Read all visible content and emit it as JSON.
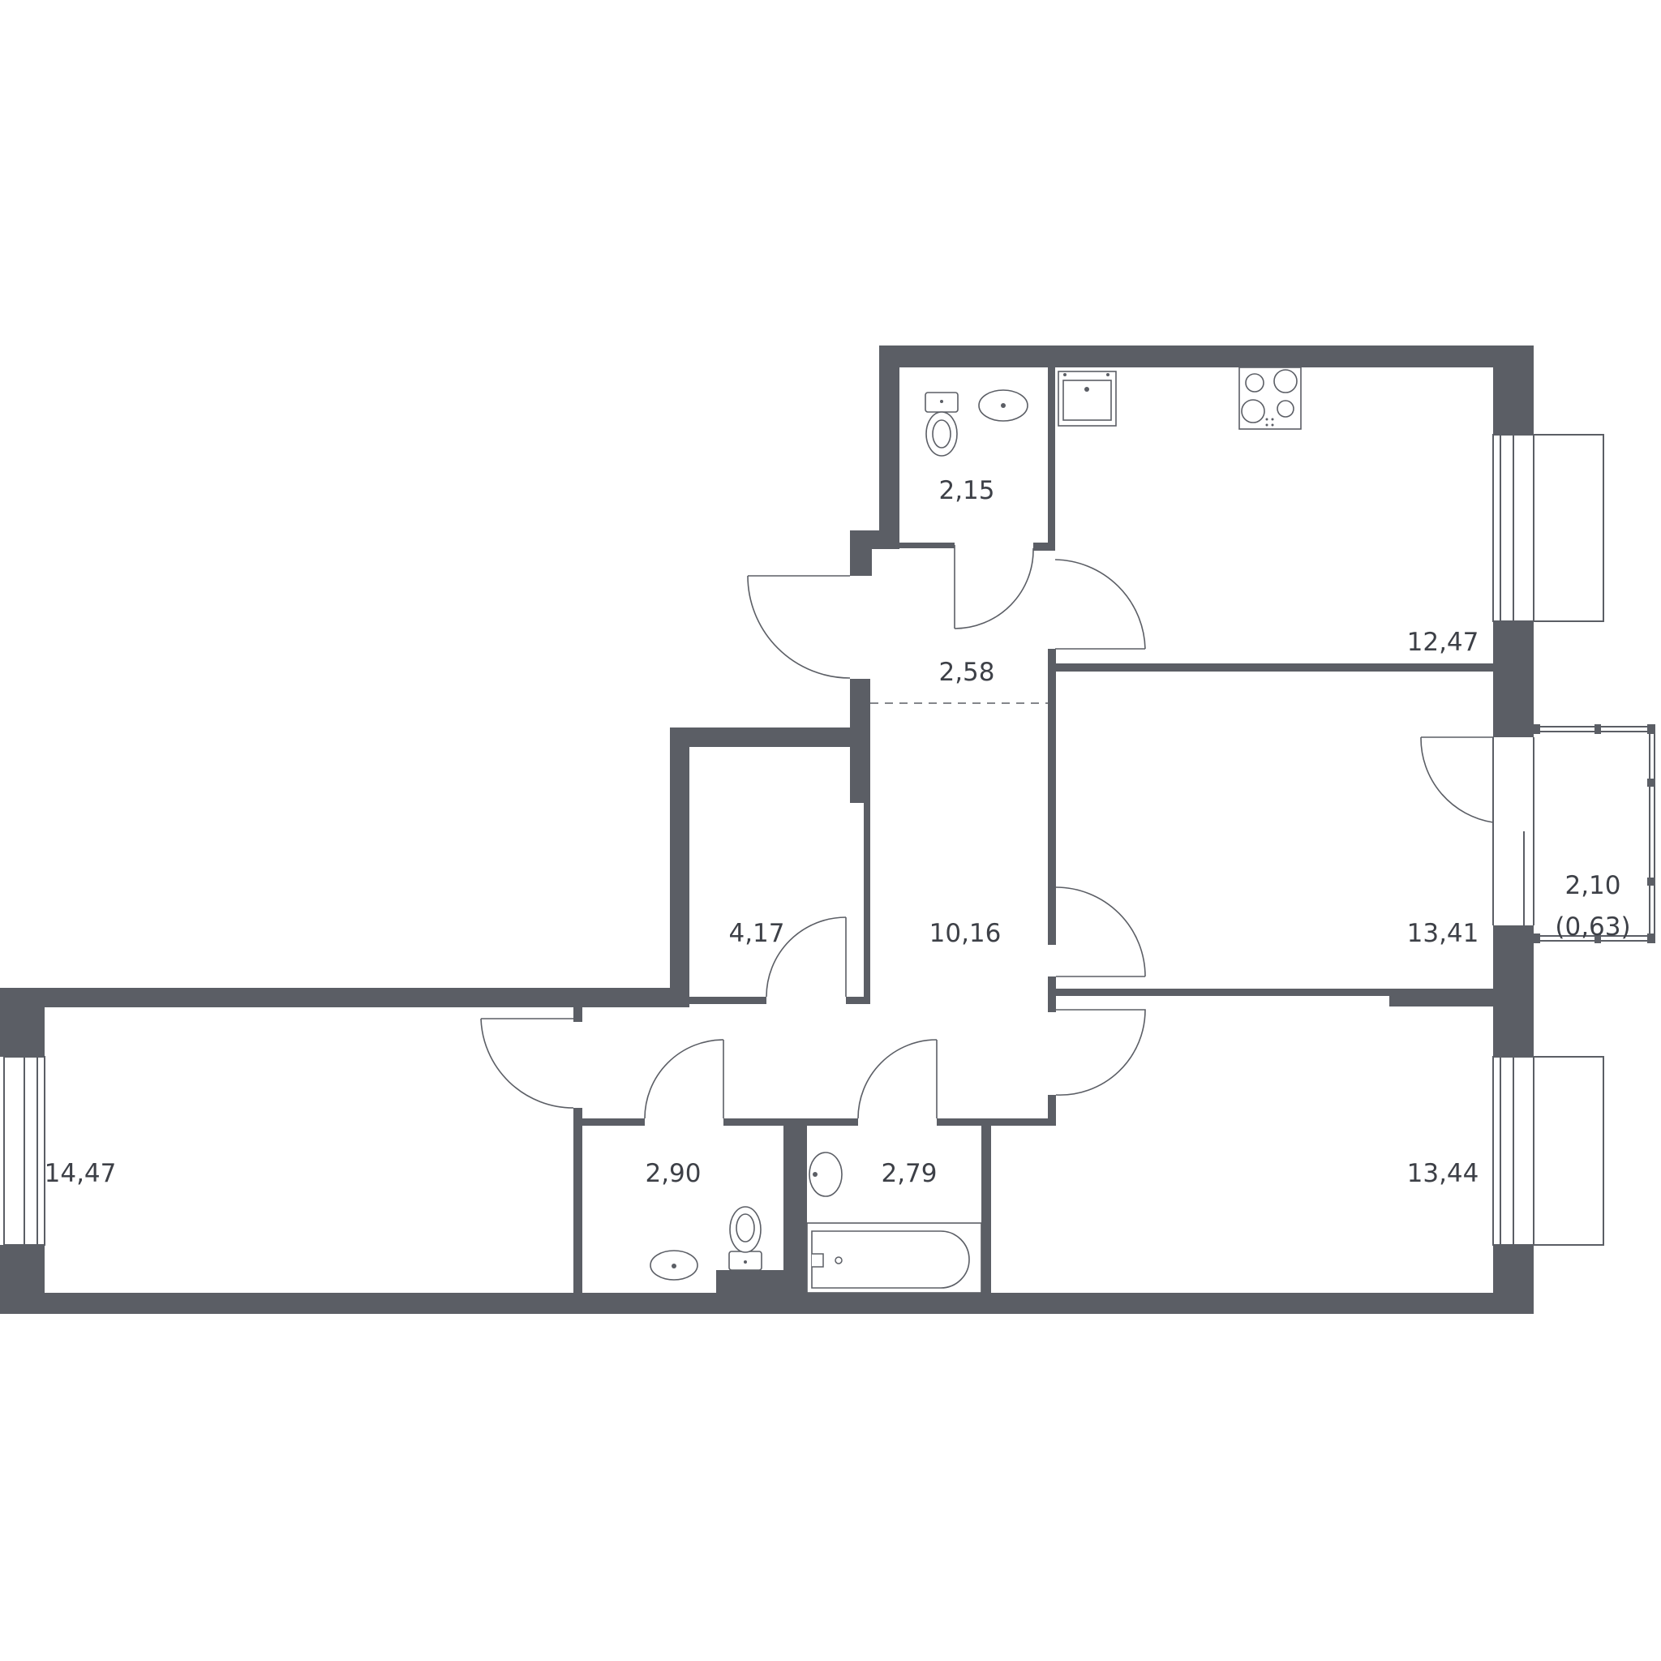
{
  "rooms": {
    "toilet_upper": "2,15",
    "kitchen": "12,47",
    "vestibule": "2,58",
    "bedroom_middle": "13,41",
    "balcony": "2,10",
    "balcony_reduced": "(0,63)",
    "storage": "4,17",
    "hall": "10,16",
    "living_left": "14,47",
    "wc_lower": "2,90",
    "bathroom": "2,79",
    "bedroom_lower": "13,44"
  },
  "colors": {
    "wall": "#5b5e65",
    "background": "#ffffff",
    "label": "#3d4047"
  },
  "icons": [
    "toilet-icon",
    "sink-icon",
    "stove-icon",
    "bathtub-icon",
    "door-swing-icon",
    "window-icon"
  ]
}
